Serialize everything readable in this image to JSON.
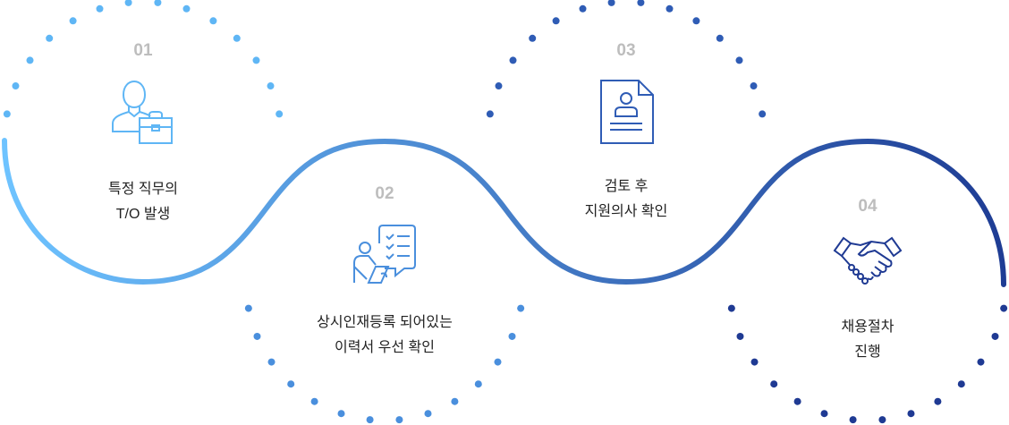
{
  "steps": [
    {
      "number": "01",
      "line1": "특정 직무의",
      "line2": "T/O 발생",
      "icon": "person-briefcase-icon",
      "color": "#5fb6f5"
    },
    {
      "number": "02",
      "line1": "상시인재등록 되어있는",
      "line2": "이력서 우선 확인",
      "icon": "checklist-presenter-icon",
      "color": "#4a8fdd"
    },
    {
      "number": "03",
      "line1": "검토 후",
      "line2": "지원의사 확인",
      "icon": "resume-document-icon",
      "color": "#2f5cb5"
    },
    {
      "number": "04",
      "line1": "채용절차",
      "line2": "진행",
      "icon": "handshake-icon",
      "color": "#1f3a93"
    }
  ],
  "gradient": [
    "#6ec3ff",
    "#1e3c94"
  ]
}
